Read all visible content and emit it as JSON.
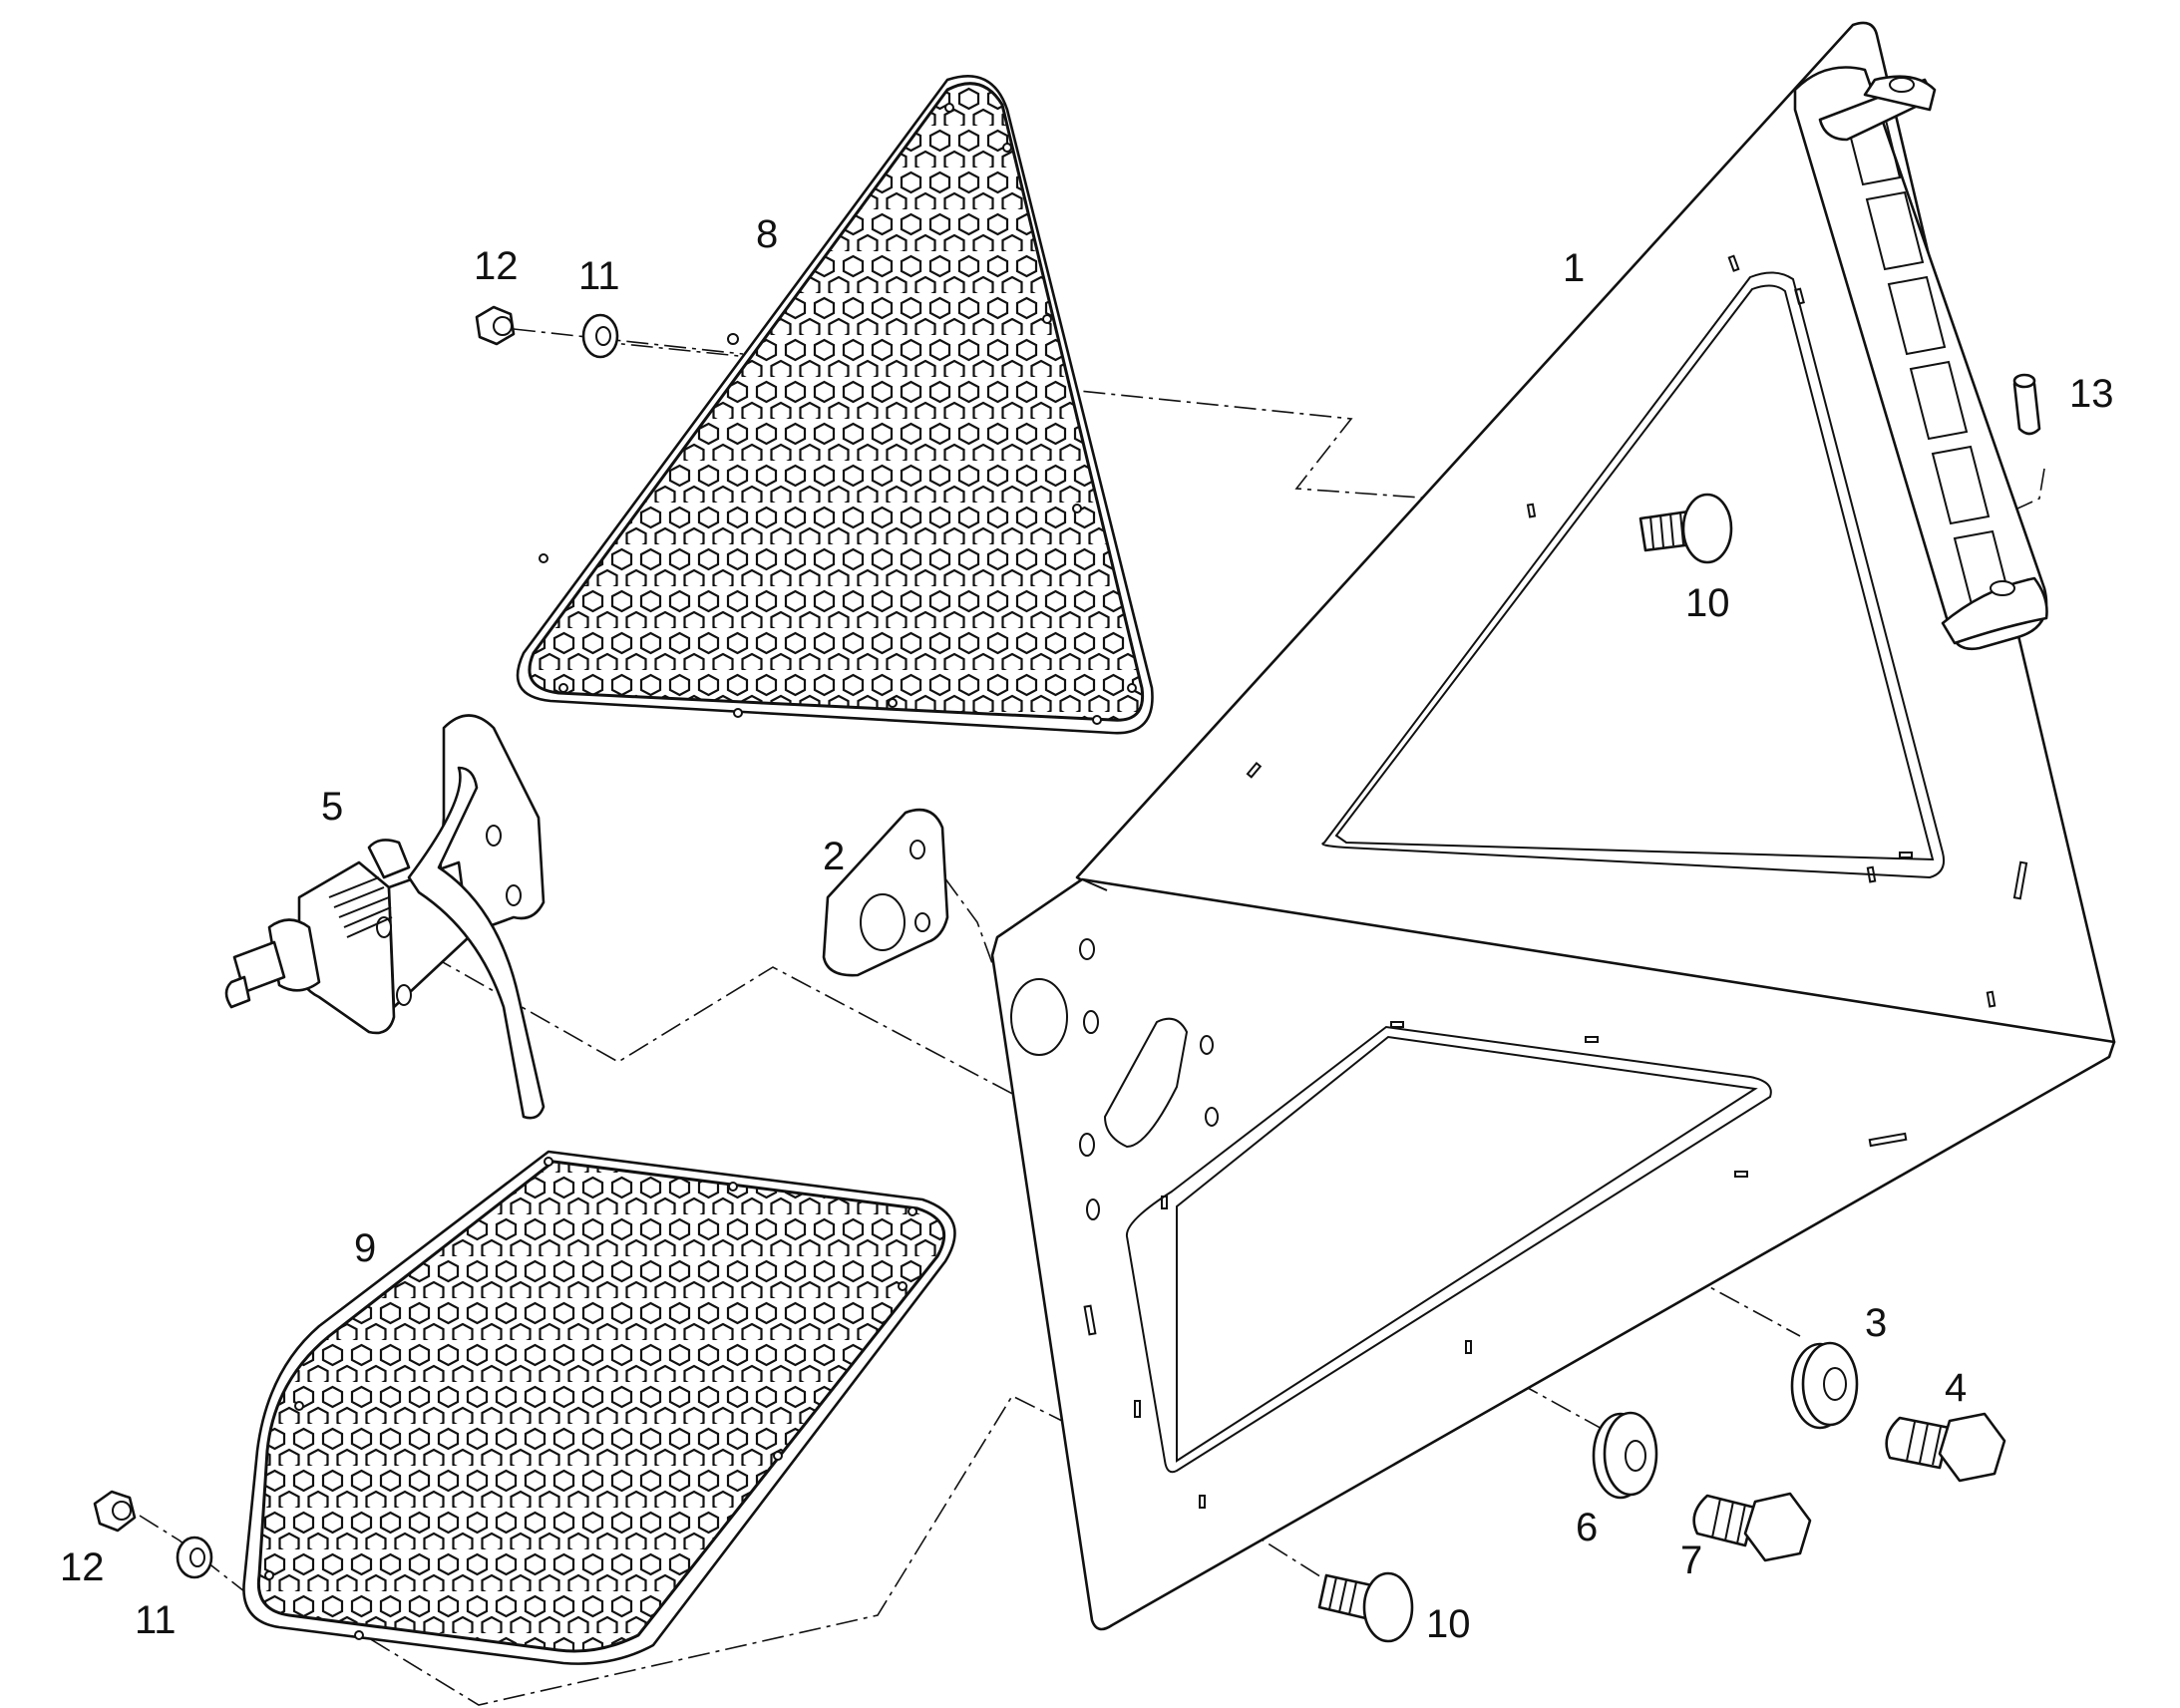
{
  "callouts": {
    "p1": "1",
    "p2": "2",
    "p3": "3",
    "p4": "4",
    "p5": "5",
    "p6": "6",
    "p7": "7",
    "p8": "8",
    "p9": "9",
    "p10_upper": "10",
    "p10_lower": "10",
    "p11_upper": "11",
    "p11_lower": "11",
    "p12_upper": "12",
    "p12_lower": "12",
    "p13": "13"
  }
}
